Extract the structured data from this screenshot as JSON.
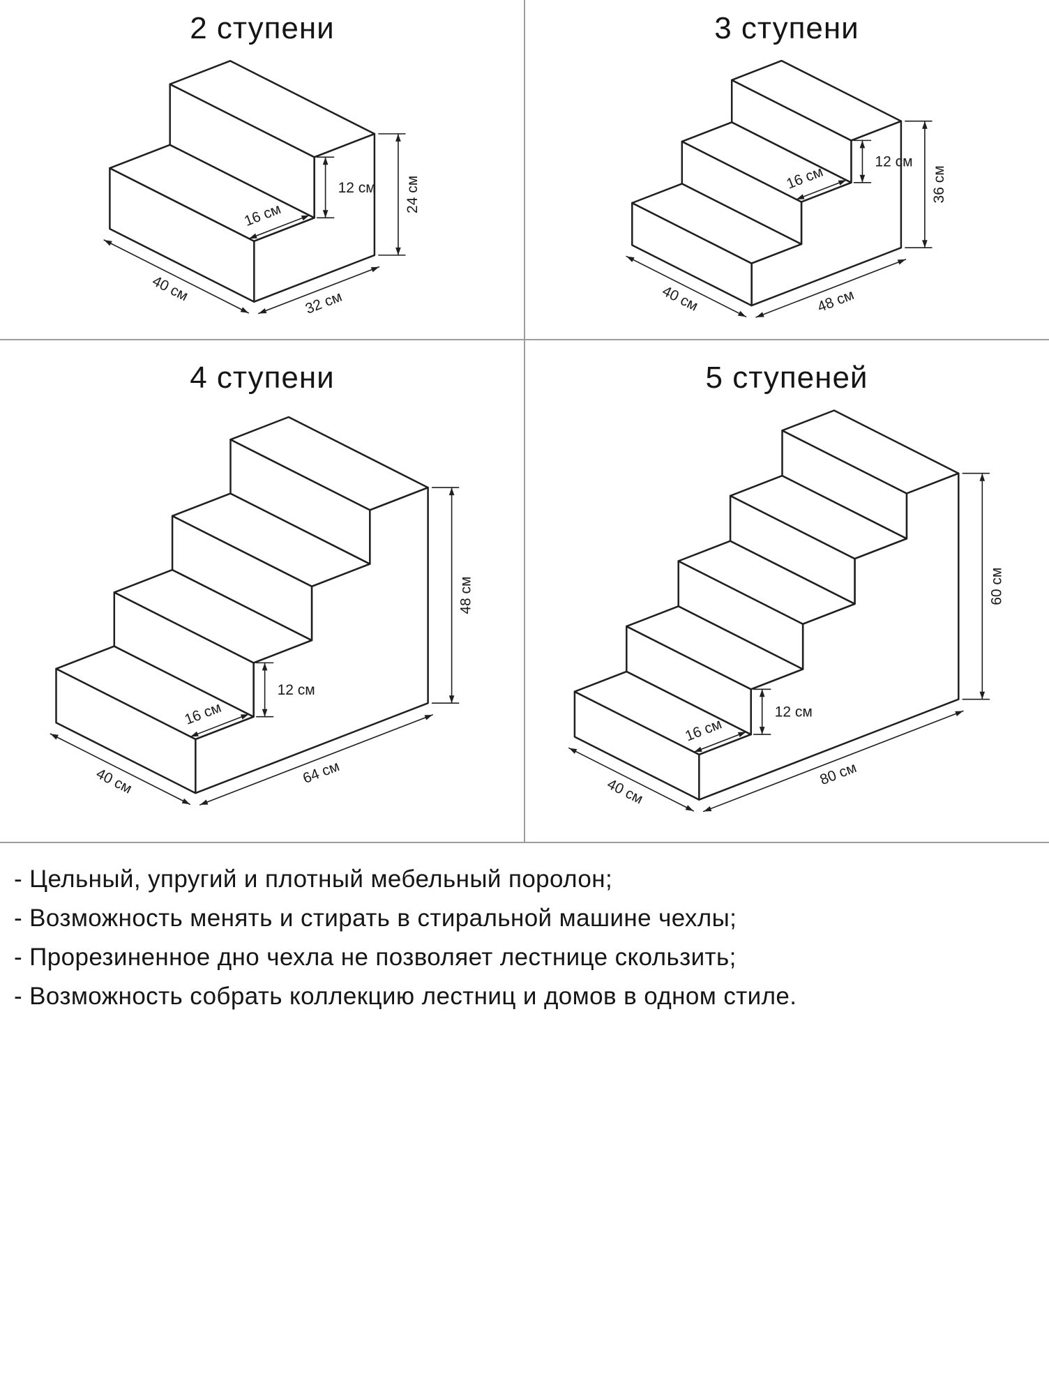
{
  "panels": [
    {
      "steps": 2,
      "title": "2 ступени",
      "dims": {
        "step_depth": "16 см",
        "step_height": "12 см",
        "total_height": "24 см",
        "width": "40 см",
        "total_depth": "32 см"
      }
    },
    {
      "steps": 3,
      "title": "3 ступени",
      "dims": {
        "step_depth": "16 см",
        "step_height": "12 см",
        "total_height": "36 см",
        "width": "40 см",
        "total_depth": "48 см"
      }
    },
    {
      "steps": 4,
      "title": "4 ступени",
      "dims": {
        "step_depth": "16 см",
        "step_height": "12 см",
        "total_height": "48 см",
        "width": "40 см",
        "total_depth": "64 см"
      }
    },
    {
      "steps": 5,
      "title": "5 ступеней",
      "dims": {
        "step_depth": "16 см",
        "step_height": "12 см",
        "total_height": "60 см",
        "width": "40 см",
        "total_depth": "80 см"
      }
    }
  ],
  "features": [
    "- Цельный, упругий и плотный мебельный поролон;",
    "- Возможность менять и стирать в стиральной машине чехлы;",
    "- Прорезиненное дно чехла не позволяет лестнице скользить;",
    "- Возможность собрать коллекцию лестниц и домов в одном стиле."
  ],
  "colors": {
    "line": "#1f1f1f",
    "text": "#1a1a1a",
    "divider": "#9c9c9c",
    "background": "#ffffff"
  }
}
